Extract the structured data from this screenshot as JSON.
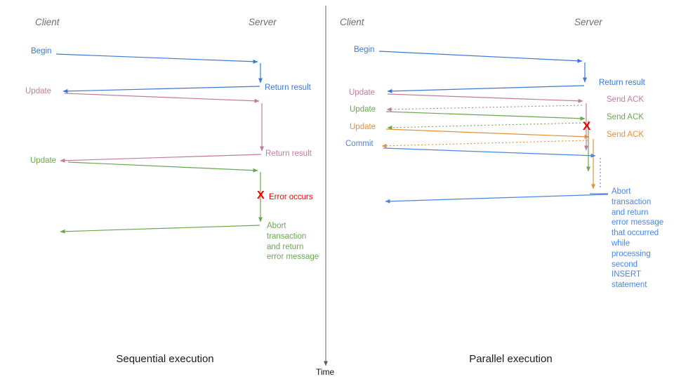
{
  "colors": {
    "blue": "#3c78d8",
    "commit_blue": "#4a86e8",
    "pink": "#c27ba0",
    "green": "#6aa84f",
    "orange": "#e69138",
    "error_red": "#ff0000",
    "axis_gray": "#5f5f5f"
  },
  "time_axis": {
    "label": "Time"
  },
  "left_panel": {
    "title": "Sequential execution",
    "client_header": "Client",
    "server_header": "Server",
    "begin_label": "Begin",
    "begin_return_label": "Return result",
    "update1_label": "Update",
    "update1_return_label": "Return result",
    "update2_label": "Update",
    "error_icon_glyph": "X",
    "error_label": "Error occurs",
    "abort_label": "Abort\ntransaction\nand return\nerror message"
  },
  "right_panel": {
    "title": "Parallel execution",
    "client_header": "Client",
    "server_header": "Server",
    "begin_label": "Begin",
    "begin_return_label": "Return result",
    "update1_label": "Update",
    "update1_ack_label": "Send ACK",
    "update2_label": "Update",
    "update2_ack_label": "Send ACK",
    "update3_label": "Update",
    "update3_ack_label": "Send ACK",
    "commit_label": "Commit",
    "error_icon_glyph": "X",
    "abort_label": "Abort\ntransaction\nand return\nerror message\nthat occurred\nwhile\nprocessing\nsecond\nINSERT\nstatement"
  }
}
